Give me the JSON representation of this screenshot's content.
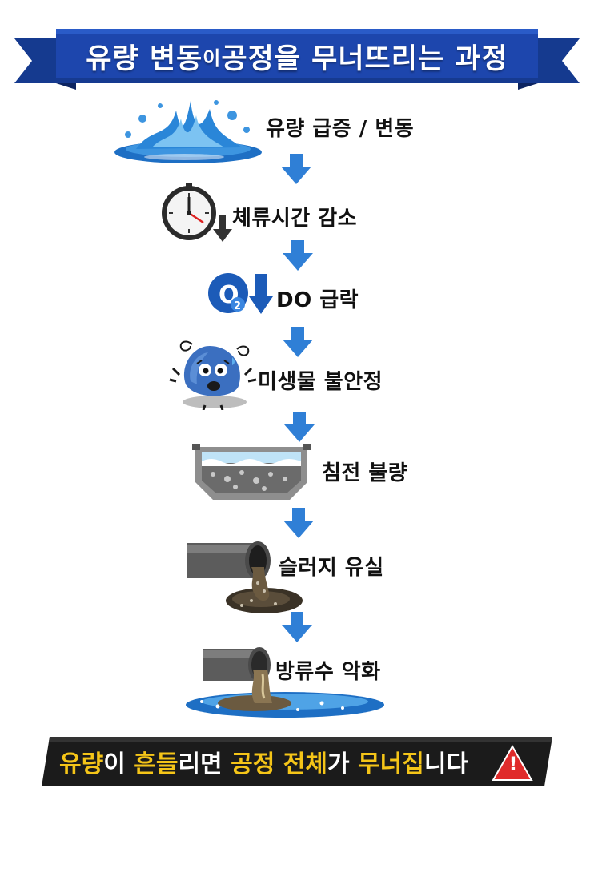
{
  "title": {
    "part1": "유량 변동",
    "part2": "이",
    "part3": " 공정을 무너뜨리는 과정"
  },
  "steps": [
    {
      "label": "유량 급증 / 변동",
      "icon": "water-splash"
    },
    {
      "label": "체류시간 감소",
      "icon": "clock-down"
    },
    {
      "label": "DO 급락",
      "icon": "o2-down",
      "o2_text": "O",
      "o2_sub": "2"
    },
    {
      "label": "미생물 불안정",
      "icon": "stressed-microbe"
    },
    {
      "label": "침전 불량",
      "icon": "sedimentation-tank"
    },
    {
      "label": "슬러지 유실",
      "icon": "pipe-sludge"
    },
    {
      "label": "방류수 악화",
      "icon": "pipe-discharge"
    }
  ],
  "footer": {
    "seg1": "유량",
    "seg2": "이 ",
    "seg3": "흔들",
    "seg4": "리면 ",
    "seg5": "공정 전체",
    "seg6": "가 ",
    "seg7": "무너집",
    "seg8": "니다",
    "warning_mark": "!"
  },
  "colors": {
    "banner_blue": "#1a3f9e",
    "banner_dark_fold": "#0c2461",
    "arrow_blue": "#2f7fd6",
    "footer_bg": "#1b1b1b",
    "highlight_yellow": "#f5c518",
    "warning_red": "#e02b2b"
  }
}
